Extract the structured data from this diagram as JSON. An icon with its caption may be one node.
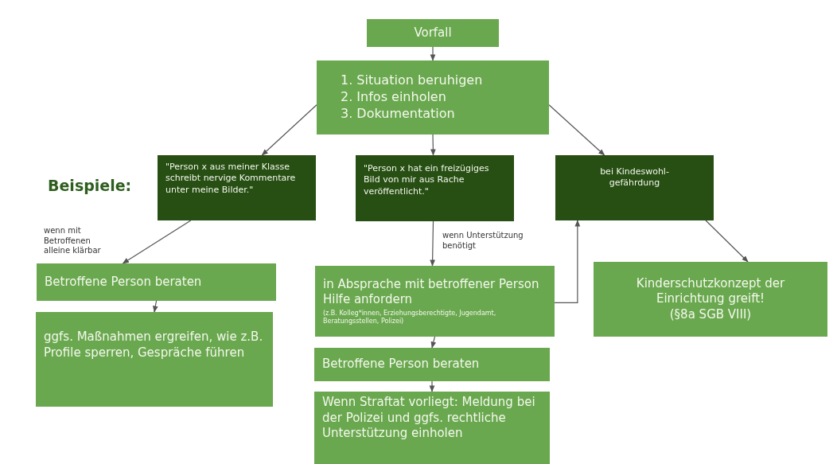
{
  "diagram": {
    "nodes": [
      {
        "text": [
          "Vorfall"
        ]
      },
      {
        "text": [
          "1. Situation beruhigen",
          "2. Infos einholen",
          "3. Dokumentation"
        ]
      },
      {
        "text": [
          "\"Person x aus meiner Klasse schreibt nervige Kommentare unter meine Bilder.\""
        ]
      },
      {
        "text": [
          "\"Person x hat ein freizügiges Bild von mir aus Rache veröffentlicht.\""
        ]
      },
      {
        "text": [
          "bei Kindeswohl-gefährdung"
        ]
      },
      {
        "text": [
          "Betroffene Person beraten"
        ]
      },
      {
        "text": [
          "ggfs. Maßnahmen ergreifen, wie z.B. Profile sperren, Gespräche führen"
        ]
      },
      {
        "text": [
          "in Absprache mit betroffener Person Hilfe anfordern",
          "(z.B. Kolleg*innen, Erziehungsberechtigte, Jugendamt, Beratungsstellen, Polizei)"
        ]
      },
      {
        "text": [
          "Betroffene Person beraten"
        ]
      },
      {
        "text": [
          "Wenn Straftat vorliegt: Meldung bei der Polizei und ggfs. rechtliche Unterstützung einholen"
        ]
      },
      {
        "text": [
          "Kinderschutzkonzept der Einrichtung greift!",
          "(§8a SGB VIII)"
        ]
      }
    ],
    "edges": [
      {
        "from": 0,
        "to": 1,
        "arrow": "to"
      },
      {
        "from": 1,
        "to": 2,
        "arrow": "to"
      },
      {
        "from": 1,
        "to": 3,
        "arrow": "to"
      },
      {
        "from": 1,
        "to": 4,
        "arrow": "to"
      },
      {
        "from": 2,
        "to": 5,
        "arrow": "to",
        "label": "wenn mit Betroffenen alleine klärbar"
      },
      {
        "from": 3,
        "to": 7,
        "arrow": "to",
        "label": "wenn Unterstützung benötigt"
      },
      {
        "from": 4,
        "to": 10,
        "arrow": "to"
      },
      {
        "from": 5,
        "to": 6,
        "arrow": "to"
      },
      {
        "from": 7,
        "to": 8,
        "arrow": "to"
      },
      {
        "from": 8,
        "to": 9,
        "arrow": "to"
      },
      {
        "from": 7,
        "to": 4,
        "arrow": "to"
      }
    ],
    "labels": [
      "Beispiele:"
    ]
  }
}
